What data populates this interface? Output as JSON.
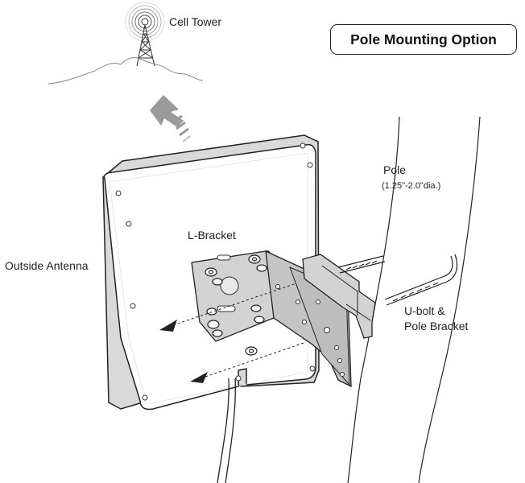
{
  "title": "Pole Mounting Option",
  "labels": {
    "cell_tower": "Cell Tower",
    "pole": "Pole",
    "pole_size": "(1.25\"-2.0\"dia.)",
    "l_bracket": "L-Bracket",
    "outside_antenna": "Outside Antenna",
    "ubolt_line1": "U-bolt &",
    "ubolt_line2": "Pole Bracket"
  },
  "colors": {
    "line": "#222222",
    "antenna_face": "#ffffff",
    "antenna_side": "#d9d9d9",
    "bracket_face": "#d2d2d2",
    "bracket_side": "#bdbdbd",
    "arrow": "#9a9a9a"
  }
}
